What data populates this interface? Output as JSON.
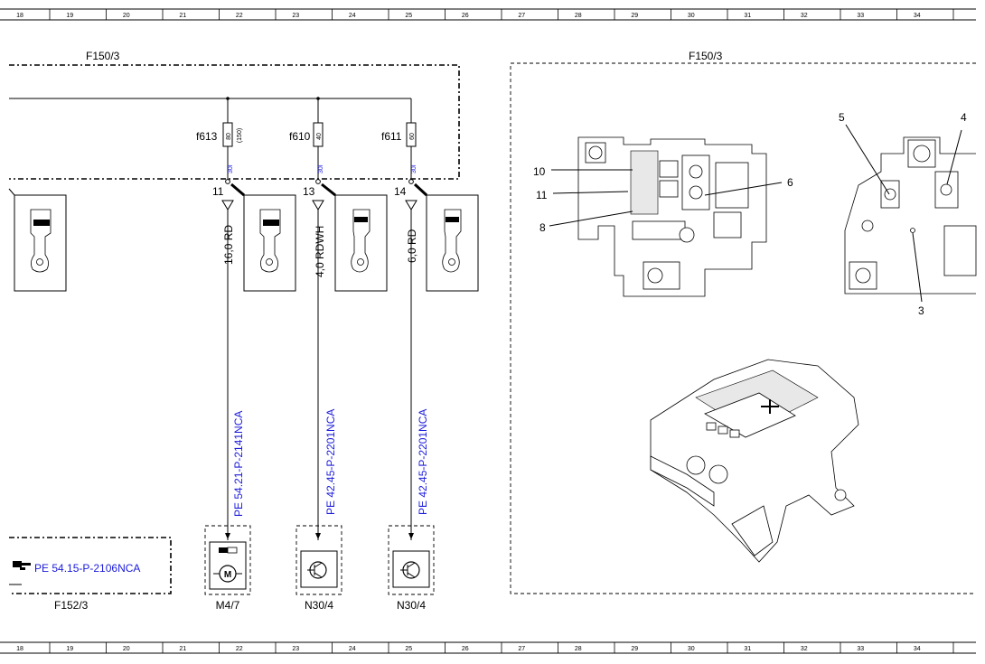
{
  "ruler": {
    "columns": [
      "18",
      "19",
      "20",
      "21",
      "22",
      "23",
      "24",
      "25",
      "26",
      "27",
      "28",
      "29",
      "30",
      "31",
      "32",
      "33",
      "34"
    ]
  },
  "left_module": {
    "title": "F150/3",
    "fuses": [
      {
        "label": "f613",
        "rating": "80",
        "extra": "(150)",
        "terminal_tag": "30I",
        "pin": "11",
        "wire": "16,0 RD",
        "ref": "PE 54.21-P-2141NCA",
        "component": "M4/7"
      },
      {
        "label": "f610",
        "rating": "40",
        "extra": "",
        "terminal_tag": "30I",
        "pin": "13",
        "wire": "4,0 RDWH",
        "ref": "PE 42.45-P-2201NCA",
        "component": "N30/4"
      },
      {
        "label": "f611",
        "rating": "60",
        "extra": "",
        "terminal_tag": "30I",
        "pin": "14",
        "wire": "6,0 RD",
        "ref": "PE 42.45-P-2201NCA",
        "component": "N30/4"
      }
    ]
  },
  "f152": {
    "title": "F152/3",
    "ref_icon": "pointing-hand-icon",
    "ref": "PE 54.15-P-2106NCA"
  },
  "right_module": {
    "title": "F150/3",
    "callouts": [
      "10",
      "11",
      "8",
      "6",
      "5",
      "4",
      "3"
    ]
  },
  "colors": {
    "reference_text": "#1a1adc",
    "lines": "#000000"
  }
}
